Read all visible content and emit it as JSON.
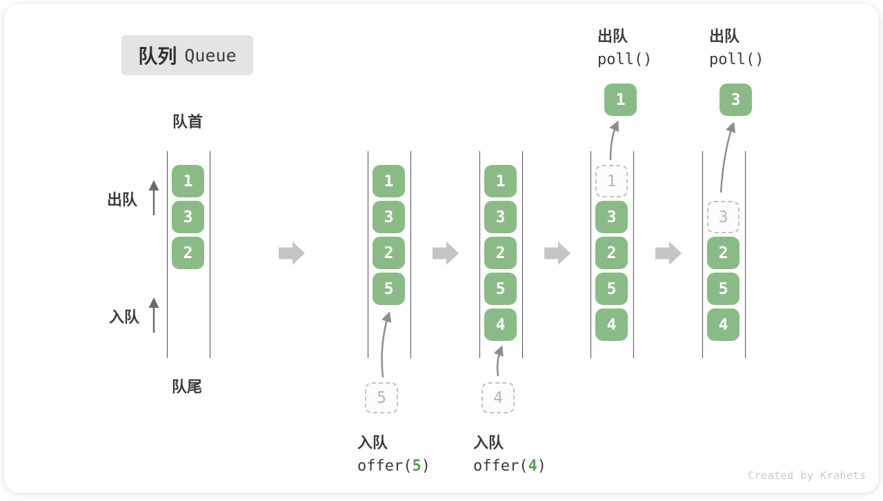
{
  "title": {
    "zh": "队列",
    "en": "Queue"
  },
  "labels": {
    "front": "队首",
    "rear": "队尾",
    "dequeue": "出队",
    "enqueue": "入队"
  },
  "columns": [
    {
      "name": "state-initial",
      "slots": [
        {
          "value": "1",
          "style": "green"
        },
        {
          "value": "3",
          "style": "green"
        },
        {
          "value": "2",
          "style": "green"
        }
      ]
    },
    {
      "name": "state-after-offer-5",
      "slots": [
        {
          "value": "1",
          "style": "green"
        },
        {
          "value": "3",
          "style": "green"
        },
        {
          "value": "2",
          "style": "green"
        },
        {
          "value": "5",
          "style": "green"
        }
      ],
      "incoming_value": "5",
      "op": {
        "label": "入队",
        "fn": "offer(",
        "arg": "5",
        "close": ")"
      }
    },
    {
      "name": "state-after-offer-4",
      "slots": [
        {
          "value": "1",
          "style": "green"
        },
        {
          "value": "3",
          "style": "green"
        },
        {
          "value": "2",
          "style": "green"
        },
        {
          "value": "5",
          "style": "green"
        },
        {
          "value": "4",
          "style": "green"
        }
      ],
      "incoming_value": "4",
      "op": {
        "label": "入队",
        "fn": "offer(",
        "arg": "4",
        "close": ")"
      }
    },
    {
      "name": "state-after-poll-1",
      "slots": [
        {
          "value": "1",
          "style": "ghost"
        },
        {
          "value": "3",
          "style": "green"
        },
        {
          "value": "2",
          "style": "green"
        },
        {
          "value": "5",
          "style": "green"
        },
        {
          "value": "4",
          "style": "green"
        }
      ],
      "outgoing_value": "1",
      "op": {
        "label": "出队",
        "code": "poll()"
      }
    },
    {
      "name": "state-after-poll-3",
      "slots": [
        {
          "value": "3",
          "style": "ghost"
        },
        {
          "value": "2",
          "style": "green"
        },
        {
          "value": "5",
          "style": "green"
        },
        {
          "value": "4",
          "style": "green"
        }
      ],
      "outgoing_value": "3",
      "op": {
        "label": "出队",
        "code": "poll()"
      }
    }
  ],
  "watermark": "Created by Krahets",
  "colors": {
    "box_green": "#8abb86",
    "box_text": "#ffffff",
    "ghost_border": "#c2c2c2",
    "ghost_text": "#b5b5b5",
    "column_line": "#4f4f4f",
    "flow_arrow_gray": "#c5c5c5",
    "curve_arrow_gray": "#8d8d8d",
    "text_dark": "#3b3b3b",
    "code_arg_green": "#55a055",
    "badge_bg": "#e4e4e4",
    "watermark_gray": "#c9c9c9"
  }
}
